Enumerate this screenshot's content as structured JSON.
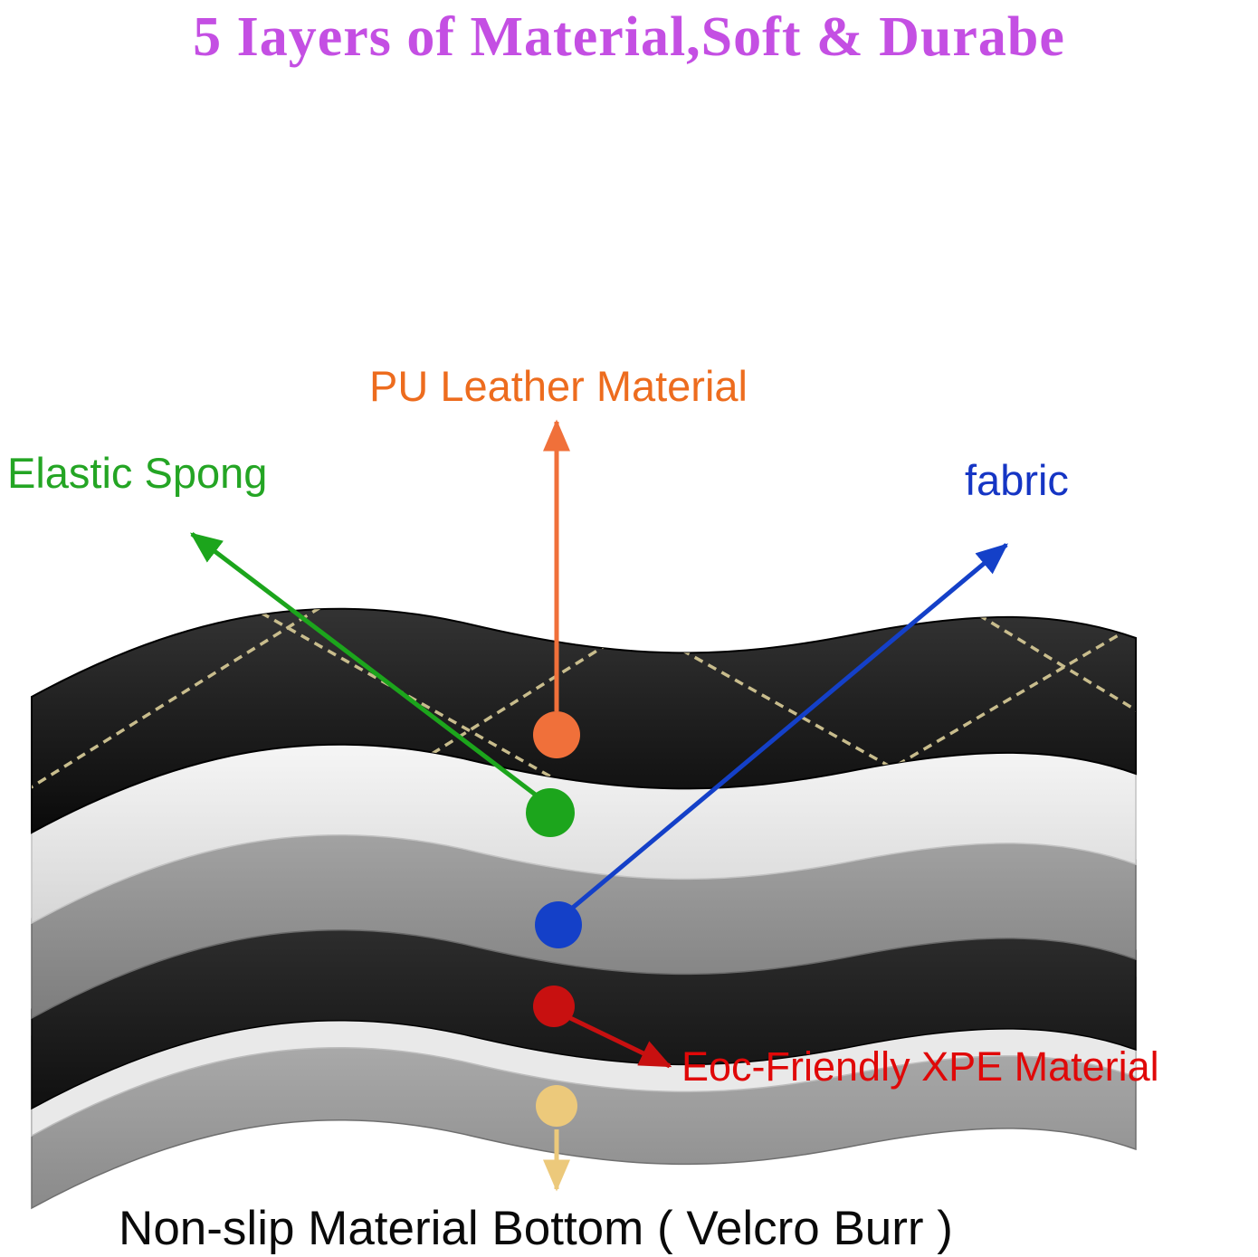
{
  "title": {
    "text": "5 Iayers of Material,Soft & Durabe",
    "color": "#c44fe3"
  },
  "callouts": [
    {
      "id": "pu-leather",
      "label": "PU Leather Material",
      "label_color": "#ed6c1e",
      "dot_color": "#f0703a"
    },
    {
      "id": "elastic-sponge",
      "label": "Elastic Spong",
      "label_color": "#24a524",
      "dot_color": "#1ca51c"
    },
    {
      "id": "fabric",
      "label": "fabric",
      "label_color": "#1535c4",
      "dot_color": "#1440c8"
    },
    {
      "id": "xpe",
      "label": "Eoc-Friendly XPE Material",
      "label_color": "#e00808",
      "dot_color": "#c81010"
    },
    {
      "id": "non-slip",
      "label": "Non-slip Material Bottom ( Velcro Burr )",
      "label_color": "#0a0a0a",
      "dot_color": "#ecc97b"
    }
  ],
  "layers": [
    {
      "id": "pu-leather-layer",
      "color": "#161616",
      "note": "black stitched leather, top layer"
    },
    {
      "id": "elastic-sponge-layer",
      "color": "#ededed",
      "note": "white sponge layer"
    },
    {
      "id": "fabric-layer",
      "color": "#8f8f8f",
      "note": "gray fabric layer"
    },
    {
      "id": "xpe-layer",
      "color": "#1d1d1d",
      "note": "black XPE foam layer"
    },
    {
      "id": "liner-layer",
      "color": "#e9e9e9",
      "note": "thin white liner"
    },
    {
      "id": "non-slip-layer",
      "color": "#9c9c9c",
      "note": "gray non-slip bottom layer"
    }
  ]
}
